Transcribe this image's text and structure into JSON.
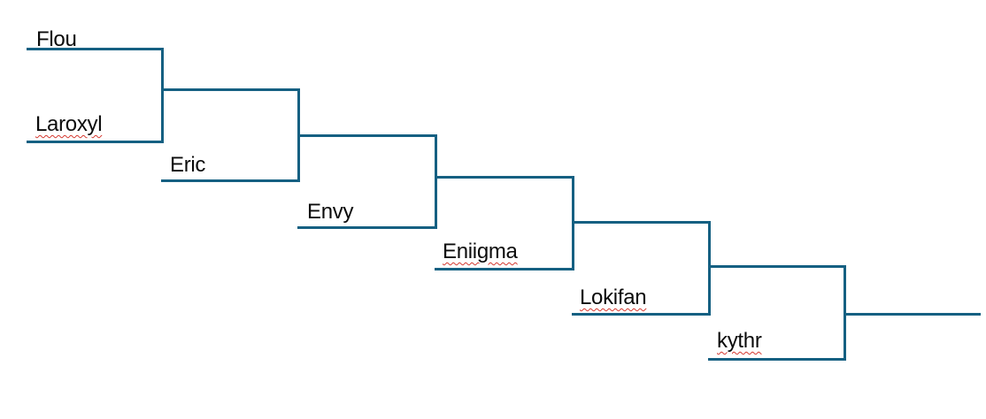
{
  "diagram": {
    "type": "tournament-ladder-bracket",
    "background_color": "#ffffff",
    "line_color": "#156082",
    "spellcheck_squiggle_color": "#d4382f",
    "text_color": "#0b0b0b",
    "players": [
      {
        "name": "Flou",
        "spellcheck_underline": false
      },
      {
        "name": "Laroxyl",
        "spellcheck_underline": true
      },
      {
        "name": "Eric",
        "spellcheck_underline": false
      },
      {
        "name": "Envy",
        "spellcheck_underline": false
      },
      {
        "name": "Eniigma",
        "spellcheck_underline": true
      },
      {
        "name": "Lokifan",
        "spellcheck_underline": true
      },
      {
        "name": "kythr",
        "spellcheck_underline": true
      }
    ],
    "structure_note": "Stepped gauntlet bracket: Flou vs Laroxyl; winner meets Eric; then Envy; then Eniigma; then Lokifan; then kythr; final line exits right."
  }
}
